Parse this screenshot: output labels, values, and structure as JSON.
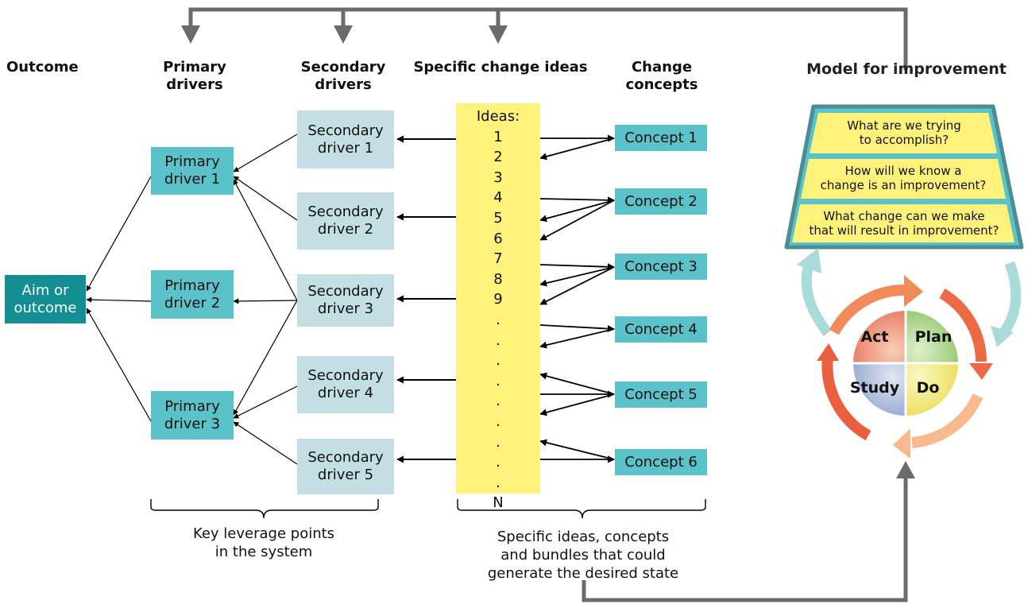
{
  "headers": {
    "outcome": "Outcome",
    "primary": [
      "Primary",
      "drivers"
    ],
    "secondary": [
      "Secondary",
      "drivers"
    ],
    "ideas": "Specific change ideas",
    "concepts": [
      "Change",
      "concepts"
    ],
    "model": "Model for improvement"
  },
  "aim": [
    "Aim or",
    "outcome"
  ],
  "primary_drivers": [
    [
      "Primary",
      "driver 1"
    ],
    [
      "Primary",
      "driver 2"
    ],
    [
      "Primary",
      "driver 3"
    ]
  ],
  "secondary_drivers": [
    [
      "Secondary",
      "driver 1"
    ],
    [
      "Secondary",
      "driver 2"
    ],
    [
      "Secondary",
      "driver 3"
    ],
    [
      "Secondary",
      "driver 4"
    ],
    [
      "Secondary",
      "driver 5"
    ]
  ],
  "ideas": [
    "Ideas:",
    "1",
    "2",
    "3",
    "4",
    "5",
    "6",
    "7",
    "8",
    "9",
    ".",
    ".",
    ".",
    ".",
    ".",
    ".",
    ".",
    ".",
    ".",
    "N"
  ],
  "concepts": [
    "Concept 1",
    "Concept 2",
    "Concept 3",
    "Concept 4",
    "Concept 5",
    "Concept 6"
  ],
  "captions": {
    "leverage": [
      "Key leverage points",
      "in the system"
    ],
    "specific": [
      "Specific ideas, concepts",
      "and bundles that could",
      "generate the desired state"
    ]
  },
  "questions": [
    [
      "What are we trying",
      "to accomplish?"
    ],
    [
      "How will we know a",
      "change is an improvement?"
    ],
    [
      "What change can we make",
      "that will result in improvement?"
    ]
  ],
  "pdsa": {
    "act": "Act",
    "plan": "Plan",
    "study": "Study",
    "do": "Do"
  }
}
